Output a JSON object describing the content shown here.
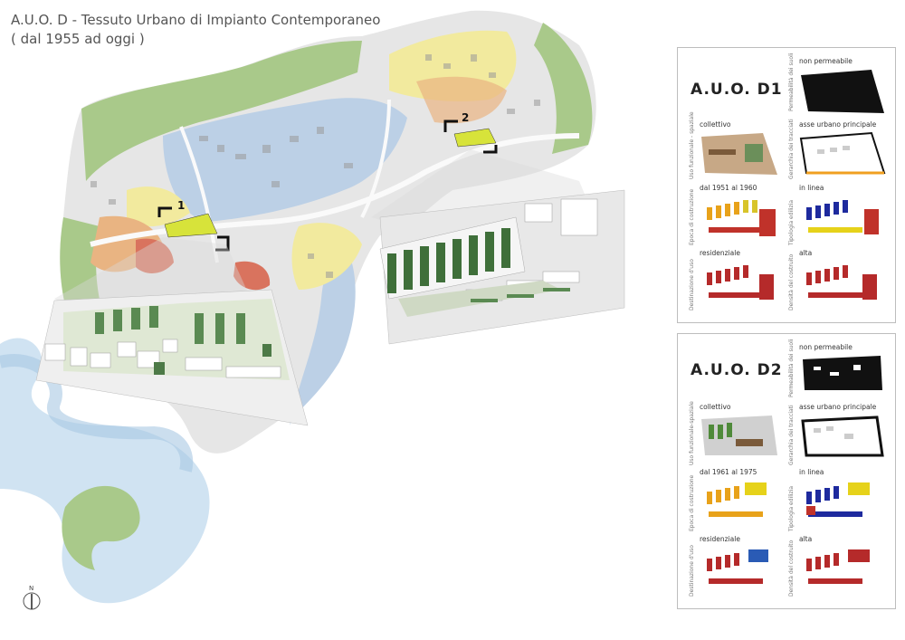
{
  "title": {
    "line1": "A.U.O. D - Tessuto Urbano di Impianto Contemporaneo",
    "line2": "( dal 1955 ad oggi )"
  },
  "map": {
    "marker1": "1",
    "marker2": "2",
    "north": "N"
  },
  "colors": {
    "sea": "#b9d4ea",
    "green": "#a9c98a",
    "blue_area": "#bcd0e6",
    "yellow": "#f2ea9e",
    "orange": "#e9b482",
    "red": "#d9735e",
    "building": "#9a9a9a",
    "highlight": "#d7e33a"
  },
  "panels": [
    {
      "id": "d1",
      "title": "A.U.O. D1",
      "cells": [
        {
          "label": "non permeabile",
          "side": "Permeabilità dei suoli"
        },
        {
          "label": "collettivo",
          "side": "Uso funzionale - spaziale"
        },
        {
          "label": "asse urbano principale",
          "side": "Gerarchia dei tracciati"
        },
        {
          "label": "dal 1951 al 1960",
          "side": "Epoca di costruzione"
        },
        {
          "label": "in linea",
          "side": "Tipologia edilizia"
        },
        {
          "label": "residenziale",
          "side": "Destinazione d'uso"
        },
        {
          "label": "alta",
          "side": "Densità del costruito"
        }
      ]
    },
    {
      "id": "d2",
      "title": "A.U.O. D2",
      "cells": [
        {
          "label": "non permeabile",
          "side": "Permeabilità dei suoli"
        },
        {
          "label": "collettivo",
          "side": "Uso funzionale-spaziale"
        },
        {
          "label": "asse urbano principale",
          "side": "Gerarchia dei tracciati"
        },
        {
          "label": "dal 1961 al 1975",
          "side": "Epoca di costruzione"
        },
        {
          "label": "in linea",
          "side": "Tipologia edilizia"
        },
        {
          "label": "residenziale",
          "side": "Destinazione d'uso"
        },
        {
          "label": "alta",
          "side": "Densità del costruito"
        }
      ]
    }
  ]
}
